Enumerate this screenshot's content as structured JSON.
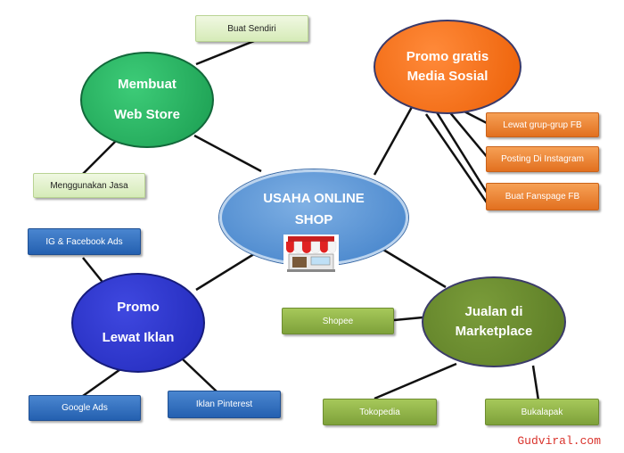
{
  "center": {
    "line1": "USAHA ONLINE",
    "line2": "SHOP",
    "icon": "shop-storefront-icon"
  },
  "nodes": {
    "web_store": {
      "line1": "Membuat",
      "line2": "Web Store",
      "color": "#1fa85a"
    },
    "promo_social": {
      "line1": "Promo gratis",
      "line2": "Media Sosial",
      "color": "#f06a10"
    },
    "promo_ads": {
      "line1": "Promo",
      "line2": "Lewat Iklan",
      "color": "#2b33c8"
    },
    "marketplace": {
      "line1": "Jualan di",
      "line2": "Marketplace",
      "color": "#5e7f28"
    }
  },
  "tags": {
    "buat_sendiri": "Buat Sendiri",
    "menggunakan_jasa": "Menggunakan Jasa",
    "lewat_grup_fb": "Lewat grup-grup FB",
    "posting_instagram": "Posting Di Instagram",
    "buat_fanspage": "Buat Fanspage FB",
    "ig_fb_ads": "IG & Facebook Ads",
    "google_ads": "Google Ads",
    "iklan_pinterest": "Iklan Pinterest",
    "shopee": "Shopee",
    "tokopedia": "Tokopedia",
    "bukalapak": "Bukalapak"
  },
  "credit": "Gudviral.com"
}
